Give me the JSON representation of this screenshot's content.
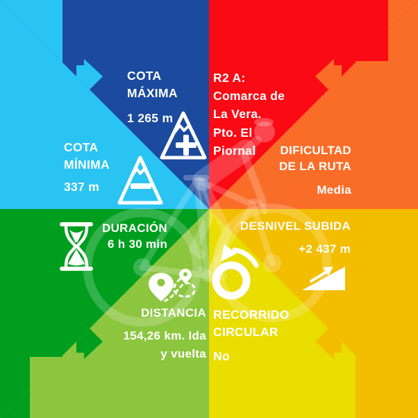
{
  "colors": {
    "cyan": "#2AC4F3",
    "dark_blue": "#1B4A9E",
    "red": "#FA0A14",
    "orange": "#FA6D29",
    "amber": "#F3BD00",
    "yellow": "#EADD00",
    "light_green": "#8CC63F",
    "dark_green": "#009E1E",
    "icon_white": "#FFFFFF"
  },
  "sections": {
    "cota_maxima": {
      "label_line1": "COTA",
      "label_line2": "MÁXIMA",
      "value": "1 265 m",
      "icon": "mountain-plus-icon"
    },
    "cota_minima": {
      "label_line1": "COTA",
      "label_line2": "MÍNIMA",
      "value": "337 m",
      "icon": "mountain-minus-icon"
    },
    "route": {
      "lines": [
        "R2 A:",
        "Comarca de",
        "La Vera.",
        "Pto. El",
        "Piornal"
      ]
    },
    "dificultad": {
      "label_line1": "DIFICULTAD",
      "label_line2": "DE LA RUTA",
      "value": "Media"
    },
    "duracion": {
      "label": "DURACIÓN",
      "value": "6 h 30 min",
      "icon": "hourglass-icon"
    },
    "distancia": {
      "label": "DISTANCIA",
      "value_line1": "154,26 km. Ida",
      "value_line2": "y vuelta",
      "icon": "map-pin-route-icon"
    },
    "desnivel": {
      "label": "DESNIVEL SUBIDA",
      "value": "+2 437 m",
      "icon": "ascent-slope-icon"
    },
    "recorrido": {
      "label_line1": "RECORRIDO",
      "label_line2": "CIRCULAR",
      "value": "No",
      "icon": "circular-arrow-icon"
    }
  },
  "center_graphic": "cyclist-silhouette"
}
